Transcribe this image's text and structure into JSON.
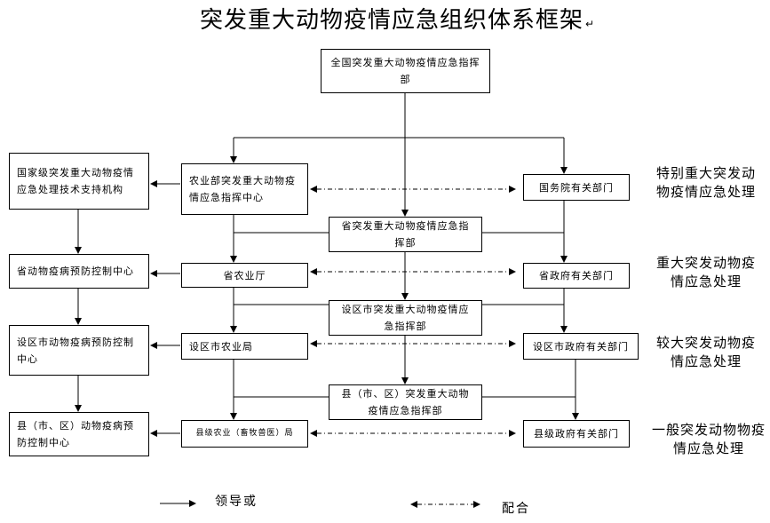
{
  "title": "突发重大动物疫情应急组织体系框架",
  "title_mark": "↵",
  "nodes": {
    "national_hq": "全国突发重大动物疫情应急指挥部",
    "national_tech": "国家级突发重大动物疫情应急处理技术支持机构",
    "moa_center": "农业部突发重大动物疫情应急指挥中心",
    "state_council": "国务院有关部门",
    "provincial_hq": "省突发重大动物疫情应急指挥部",
    "provincial_cdc": "省动物疫病预防控制中心",
    "provincial_agri": "省农业厅",
    "provincial_gov": "省政府有关部门",
    "city_hq": "设区市突发重大动物疫情应急指挥部",
    "city_cdc": "设区市动物疫病预防控制中心",
    "city_agri": "设区市农业局",
    "city_gov": "设区市政府有关部门",
    "county_hq": "县（市、区）突发重大动物疫情应急指挥部",
    "county_cdc": "县（市、区）动物疫病预防控制中心",
    "county_agri": "县级农业（畜牧兽医）局",
    "county_gov": "县级政府有关部门"
  },
  "levels": {
    "l1": "特别重大突发动物疫情应急处理",
    "l2": "重大突发动物疫情应急处理",
    "l3": "较大突发动物疫情应急处理",
    "l4": "一般突发动物物疫情应急处理"
  },
  "legend": {
    "lead": "领导或",
    "coop": "配合"
  }
}
